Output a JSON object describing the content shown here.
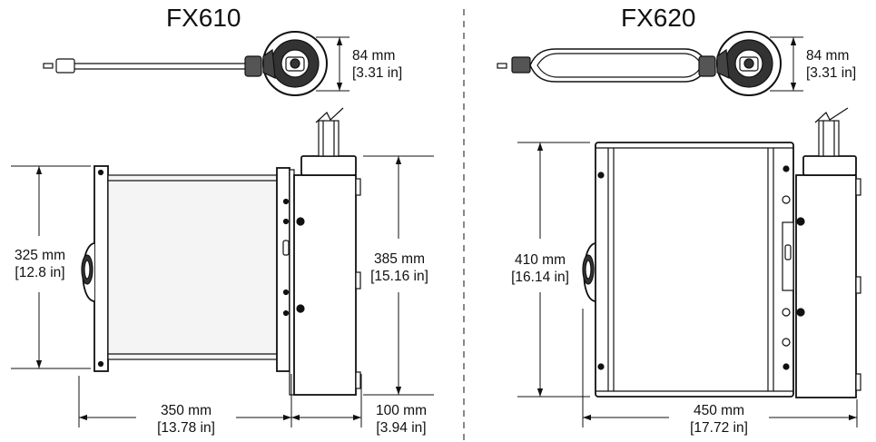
{
  "fx610": {
    "title": "FX610",
    "depth": {
      "metric": "84 mm",
      "imperial": "[3.31 in]"
    },
    "height": {
      "metric": "325 mm",
      "imperial": "[12.8 in]"
    },
    "overall_height": {
      "metric": "385 mm",
      "imperial": "[15.16 in]"
    },
    "width": {
      "metric": "350 mm",
      "imperial": "[13.78 in]"
    },
    "cabinet_width": {
      "metric": "100 mm",
      "imperial": "[3.94 in]"
    }
  },
  "fx620": {
    "title": "FX620",
    "depth": {
      "metric": "84 mm",
      "imperial": "[3.31 in]"
    },
    "height": {
      "metric": "410 mm",
      "imperial": "[16.14 in]"
    },
    "width": {
      "metric": "450 mm",
      "imperial": "[17.72 in]"
    }
  },
  "colors": {
    "line": "#111111",
    "divider": "#888888",
    "panel": "#f4f4f4"
  }
}
